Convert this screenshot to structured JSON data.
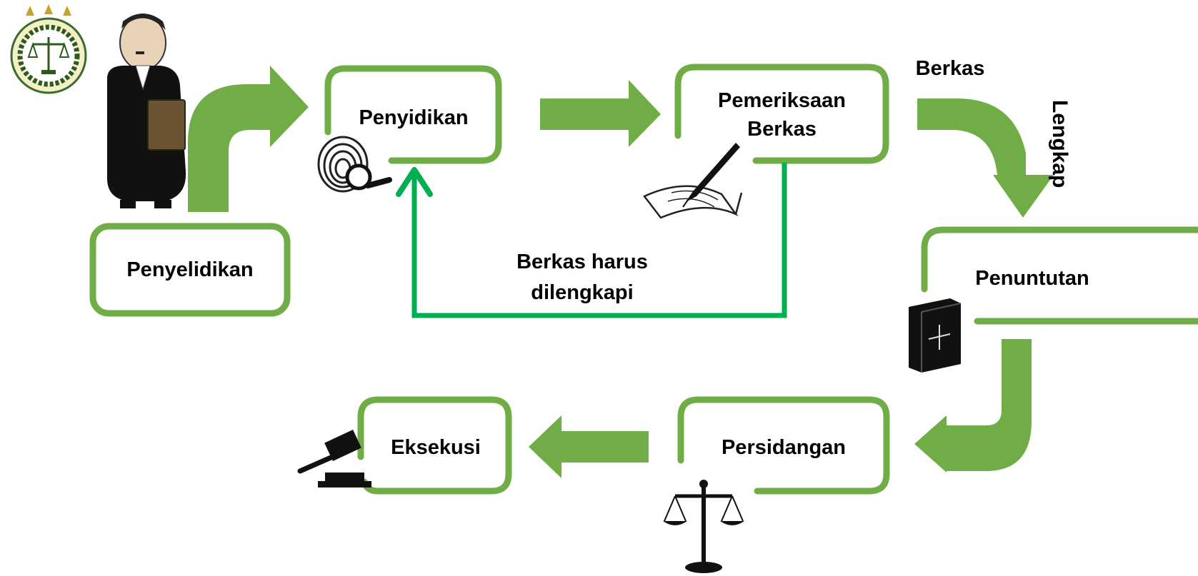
{
  "steps": {
    "penyelidikan": "Penyelidikan",
    "penyidikan": "Penyidikan",
    "pemeriksaan_line1": "Pemeriksaan",
    "pemeriksaan_line2": "Berkas",
    "penuntutan": "Penuntutan",
    "persidangan": "Persidangan",
    "eksekusi": "Eksekusi"
  },
  "flow_labels": {
    "berkas": "Berkas",
    "lengkap": "Lengkap",
    "return_line1": "Berkas harus",
    "return_line2": "dilengkapi"
  },
  "colors": {
    "box_border": "#70ad47",
    "arrow_fill": "#70ad47",
    "return_arrow": "#00b050"
  },
  "icons": [
    "emblem-icon",
    "lawyer-figure-icon",
    "fingerprint-magnifier-icon",
    "book-pen-icon",
    "law-book-icon",
    "scales-icon",
    "gavel-icon"
  ]
}
